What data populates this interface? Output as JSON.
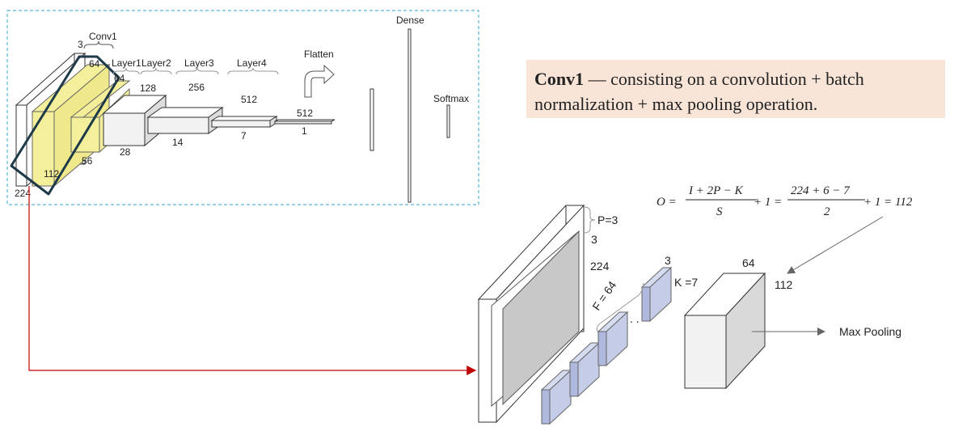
{
  "architecture": {
    "input_channels": "3",
    "input_size": "224",
    "conv1_label": "Conv1",
    "conv1_channels": "64",
    "conv1_channels_b": "64",
    "conv1_size": "112",
    "pool_size": "56",
    "layer1": {
      "label": "Layer1",
      "size": "28"
    },
    "layer2": {
      "label": "Layer2",
      "channels": "128",
      "size": "14"
    },
    "layer3": {
      "label": "Layer3",
      "channels": "256",
      "size": "7"
    },
    "layer4": {
      "label": "Layer4",
      "channels": "512"
    },
    "flatten": {
      "label": "Flatten",
      "value": "512",
      "one": "1"
    },
    "dense_label": "Dense",
    "softmax_label": "Softmax"
  },
  "callout": {
    "title": "Conv1",
    "text": " — consisting on a convolution + batch normalization + max pooling operation."
  },
  "formula": {
    "lhs": "O =",
    "num1": "I + 2P − K",
    "den1": "S",
    "plus1": "+ 1 =",
    "num2": "224 + 6 − 7",
    "den2": "2",
    "result": "+ 1 = 112"
  },
  "detail": {
    "padding": "P=3",
    "channels_in": "3",
    "input_size": "224",
    "filters": "F = 64",
    "kernel_channels": "3",
    "kernel": "K =7",
    "dots": ". .",
    "out_channels": "64",
    "out_size": "112",
    "max_pooling": "Max Pooling"
  },
  "colors": {
    "highlight": "#f3ef9a",
    "dashed_border": "#5bb4d6",
    "connector": "#c00000",
    "kernel_blue": "#aeb9dd",
    "callout_bg": "#f9e4d8"
  }
}
